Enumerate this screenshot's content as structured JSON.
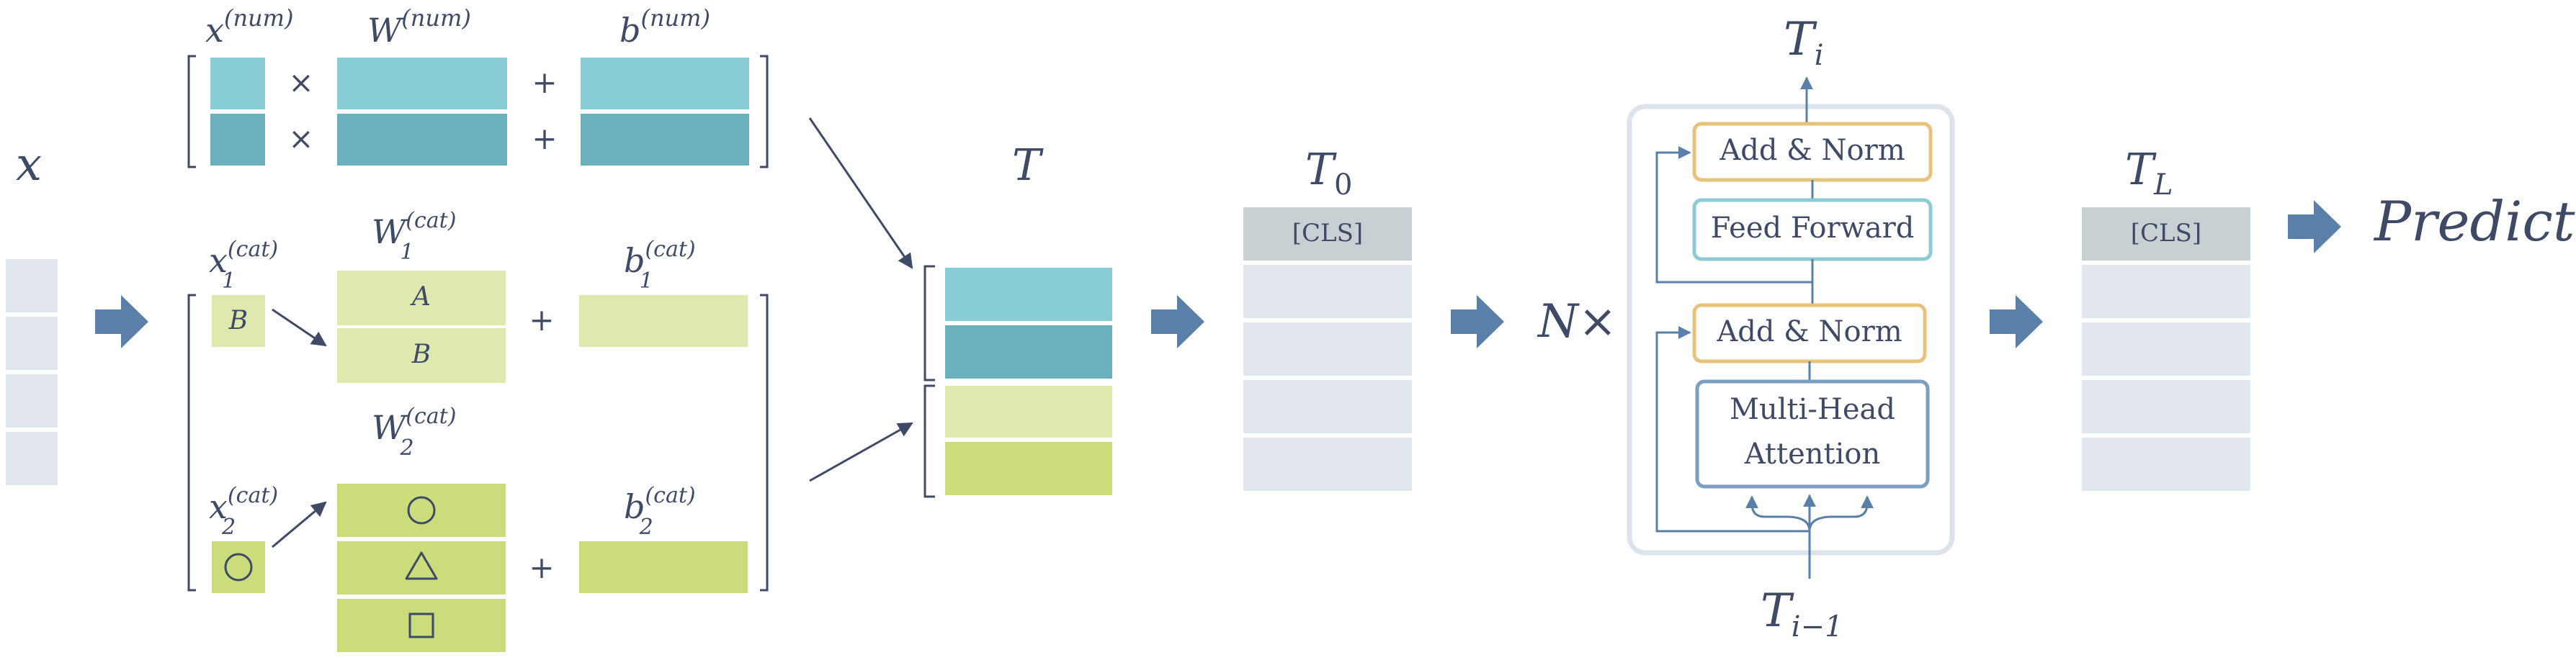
{
  "colors": {
    "ink": "#3f4a66",
    "teal_light": "#88ccd6",
    "teal_dark": "#6ab1bd",
    "green_light": "#dfe9ad",
    "green_mid": "#cbdd7a",
    "slot_gray": "#e3e7ee",
    "cls_gray": "#c9d0d3",
    "arrow_blue": "#5a7fa8",
    "frame_gray": "#dde3ea",
    "norm_border": "#e8c27a",
    "ff_border": "#8ccad4",
    "attn_border": "#7c9ec0"
  },
  "labels": {
    "x": "x",
    "x_num": "x",
    "x_num_sup": "(num)",
    "w_num": "W",
    "w_num_sup": "(num)",
    "b_num": "b",
    "b_num_sup": "(num)",
    "x1": "x",
    "x1_sub": "1",
    "x1_sup": "(cat)",
    "w1": "W",
    "w1_sub": "1",
    "w1_sup": "(cat)",
    "b1": "b",
    "b1_sub": "1",
    "b1_sup": "(cat)",
    "x2": "x",
    "x2_sub": "2",
    "x2_sup": "(cat)",
    "w2": "W",
    "w2_sub": "2",
    "w2_sup": "(cat)",
    "b2": "b",
    "b2_sub": "2",
    "b2_sup": "(cat)",
    "times": "×",
    "plus": "+",
    "cat_value_b": "B",
    "w1_row_a": "A",
    "w1_row_b": "B",
    "T": "T",
    "T0": "T",
    "T0_sub": "0",
    "TL": "T",
    "TL_sub": "L",
    "cls": "[CLS]",
    "n_times": "N×",
    "add_norm": "Add & Norm",
    "feed_forward": "Feed Forward",
    "multi_head_line1": "Multi-Head",
    "multi_head_line2": "Attention",
    "Ti": "T",
    "Ti_sub": "i",
    "Ti_minus": "T",
    "Ti_minus_sub": "i−1",
    "predict": "Predict"
  }
}
